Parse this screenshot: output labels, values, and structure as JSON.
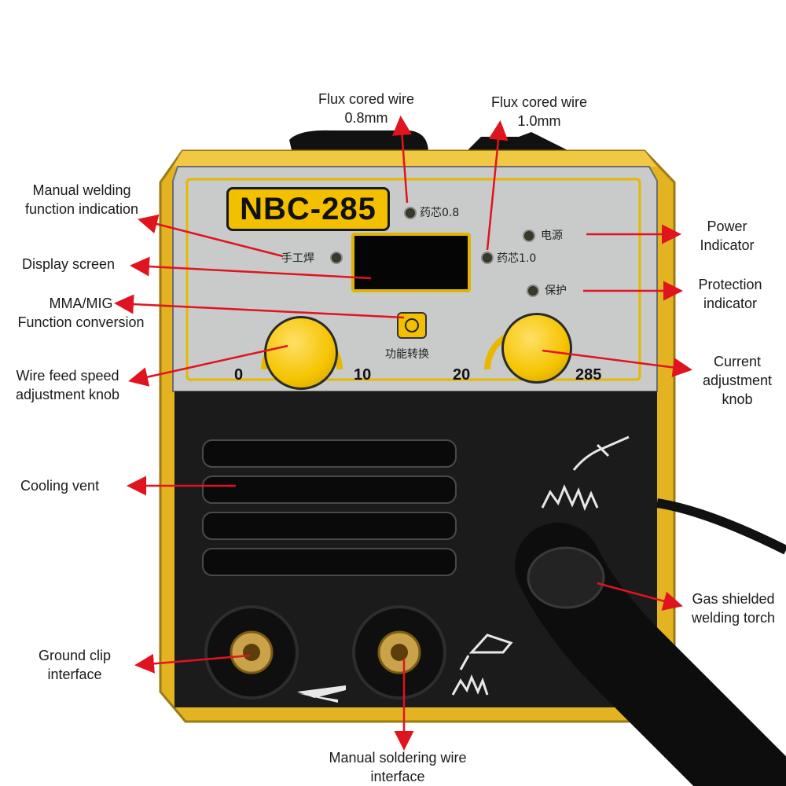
{
  "panel": {
    "model": "NBC-285",
    "labels": {
      "flux08": "药芯0.8",
      "flux10": "药芯1.0",
      "power": "电源",
      "protect": "保护",
      "manual": "手工焊",
      "function": "功能转换"
    },
    "dials": {
      "left_min": "0",
      "left_max": "10",
      "right_min": "20",
      "right_max": "285"
    }
  },
  "callouts": {
    "flux_08": "Flux cored wire\n0.8mm",
    "flux_10": "Flux cored wire\n1.0mm",
    "manual_welding": "Manual welding\nfunction indication",
    "display": "Display screen",
    "mma_mig": "MMA/MIG\nFunction conversion",
    "wire_feed": "Wire feed speed\nadjustment knob",
    "power": "Power\nIndicator",
    "protection": "Protection\nindicator",
    "current": "Current\nadjustment\nknob",
    "cooling": "Cooling vent",
    "gas_torch": "Gas shielded\nwelding torch",
    "ground": "Ground clip\ninterface",
    "manual_wire": "Manual soldering wire\ninterface"
  },
  "colors": {
    "arrow": "#e0141e",
    "casing": "#e3b321",
    "panel": "#c4c6c5",
    "body": "#1c1c1c",
    "accent": "#f3c000"
  }
}
